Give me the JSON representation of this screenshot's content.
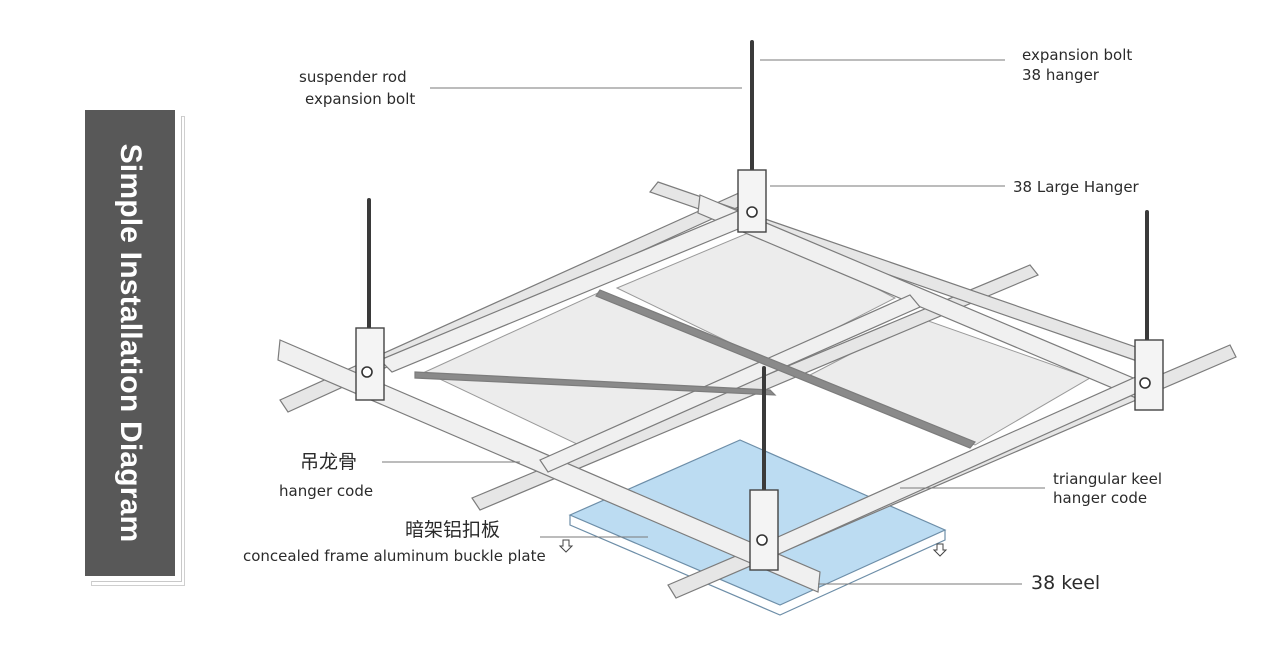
{
  "title": "Simple Installation Diagram",
  "labels": {
    "suspender_rod": "suspender rod",
    "expansion_bolt_left": "expansion bolt",
    "expansion_bolt_top": "expansion bolt",
    "hanger_38": "38 hanger",
    "large_hanger_38": "38 Large Hanger",
    "hanger_keel_cn": "吊龙骨",
    "hanger_code": "hanger code",
    "triangular_keel": "triangular keel",
    "triangular_hanger_code": "hanger code",
    "plate_cn": "暗架铝扣板",
    "plate_en": "concealed frame aluminum buckle plate",
    "keel_38": "38 keel"
  },
  "colors": {
    "panel": "#585858",
    "ceiling_panel": "#ececec",
    "blue_plate": "#bcdcf2",
    "frame": "#e4e4e4",
    "leader": "#7a7a7a"
  }
}
